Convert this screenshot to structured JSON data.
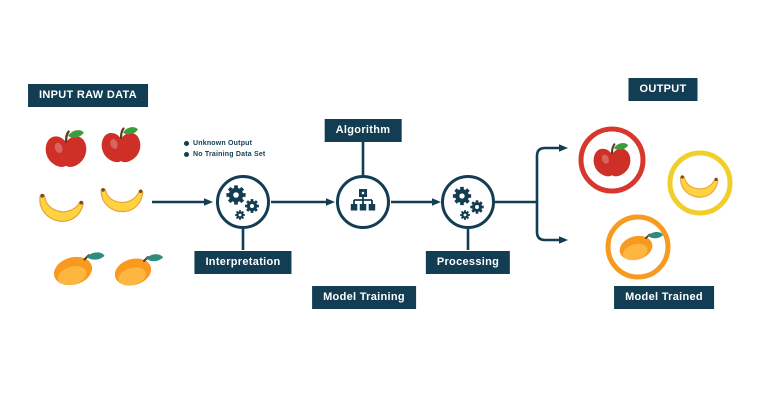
{
  "diagram": {
    "input_label": "INPUT RAW DATA",
    "output_label": "OUTPUT",
    "nodes": {
      "interpretation": "Interpretation",
      "algorithm": "Algorithm",
      "processing": "Processing"
    },
    "captions": {
      "model_training": "Model Training",
      "model_trained": "Model Trained"
    },
    "annotations": [
      {
        "label": "Unknown Output"
      },
      {
        "label": "No Training Data Set"
      }
    ],
    "input_items": [
      "apple",
      "apple",
      "banana",
      "banana",
      "mango",
      "mango"
    ],
    "output_items": [
      {
        "fruit": "apple",
        "ring_color": "#D8372D"
      },
      {
        "fruit": "banana",
        "ring_color": "#F2CE2B"
      },
      {
        "fruit": "mango",
        "ring_color": "#F79A1F"
      }
    ],
    "colors": {
      "primary_dark_teal": "#123D52",
      "apple_red": "#CE3028",
      "banana_yellow": "#FFD23F",
      "mango_orange": "#F79A1F",
      "leaf_green": "#3E9B3E",
      "mango_leaf_teal": "#2E8C7E"
    }
  }
}
